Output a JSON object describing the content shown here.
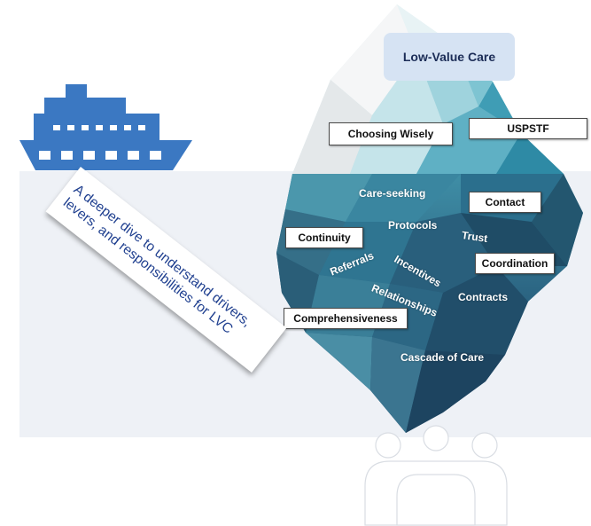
{
  "title": "Low-Value Care",
  "boxes": {
    "choosing_wisely": "Choosing Wisely",
    "uspstf": "USPSTF",
    "contact": "Contact",
    "continuity": "Continuity",
    "coordination": "Coordination",
    "comprehensiveness": "Comprehensiveness"
  },
  "iceberg_terms": {
    "care_seeking": "Care-seeking",
    "protocols": "Protocols",
    "trust": "Trust",
    "incentives": "Incentives",
    "referrals": "Referrals",
    "relationships": "Relationships",
    "contracts": "Contracts",
    "cascade": "Cascade of Care"
  },
  "banner": {
    "line1": "A deeper dive to understand drivers,",
    "line2": "levers, and responsibilities for LVC"
  },
  "icons": [
    "ship-icon",
    "people-group-icon"
  ],
  "colors": {
    "ship": "#3b78c2",
    "water": "#eef1f6",
    "title_pill": "#d6e3f3",
    "banner_text": "#1f3f8f",
    "iceberg_dark": "#214a63",
    "iceberg_light": "#3f8fa8"
  }
}
